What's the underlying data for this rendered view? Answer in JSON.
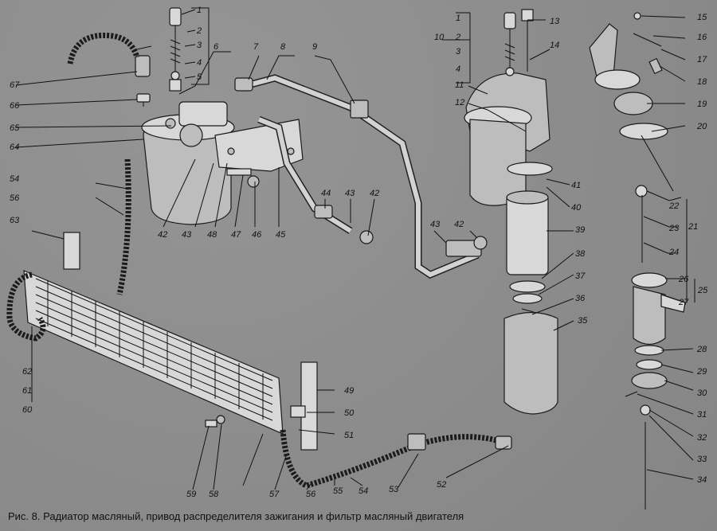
{
  "caption": "Рис. 8. Радиатор масляный, привод распределителя зажигания и фильтр масляный двигателя",
  "callouts": [
    {
      "n": "1"
    },
    {
      "n": "2"
    },
    {
      "n": "3"
    },
    {
      "n": "4"
    },
    {
      "n": "5"
    },
    {
      "n": "6"
    },
    {
      "n": "7"
    },
    {
      "n": "8"
    },
    {
      "n": "9"
    },
    {
      "n": "1"
    },
    {
      "n": "2"
    },
    {
      "n": "3"
    },
    {
      "n": "4"
    },
    {
      "n": "10"
    },
    {
      "n": "11"
    },
    {
      "n": "12"
    },
    {
      "n": "13"
    },
    {
      "n": "14"
    },
    {
      "n": "15"
    },
    {
      "n": "16"
    },
    {
      "n": "17"
    },
    {
      "n": "18"
    },
    {
      "n": "19"
    },
    {
      "n": "20"
    },
    {
      "n": "21"
    },
    {
      "n": "22"
    },
    {
      "n": "23"
    },
    {
      "n": "24"
    },
    {
      "n": "25"
    },
    {
      "n": "26"
    },
    {
      "n": "27"
    },
    {
      "n": "28"
    },
    {
      "n": "29"
    },
    {
      "n": "30"
    },
    {
      "n": "31"
    },
    {
      "n": "32"
    },
    {
      "n": "33"
    },
    {
      "n": "34"
    },
    {
      "n": "35"
    },
    {
      "n": "36"
    },
    {
      "n": "37"
    },
    {
      "n": "38"
    },
    {
      "n": "39"
    },
    {
      "n": "40"
    },
    {
      "n": "41"
    },
    {
      "n": "42"
    },
    {
      "n": "43"
    },
    {
      "n": "44"
    },
    {
      "n": "42"
    },
    {
      "n": "43"
    },
    {
      "n": "45"
    },
    {
      "n": "46"
    },
    {
      "n": "47"
    },
    {
      "n": "48"
    },
    {
      "n": "43"
    },
    {
      "n": "42"
    },
    {
      "n": "49"
    },
    {
      "n": "50"
    },
    {
      "n": "51"
    },
    {
      "n": "52"
    },
    {
      "n": "53"
    },
    {
      "n": "54"
    },
    {
      "n": "55"
    },
    {
      "n": "56"
    },
    {
      "n": "57"
    },
    {
      "n": "58"
    },
    {
      "n": "59"
    },
    {
      "n": "54"
    },
    {
      "n": "56"
    },
    {
      "n": "63"
    },
    {
      "n": "62"
    },
    {
      "n": "61"
    },
    {
      "n": "60"
    },
    {
      "n": "64"
    },
    {
      "n": "65"
    },
    {
      "n": "66"
    },
    {
      "n": "67"
    }
  ]
}
